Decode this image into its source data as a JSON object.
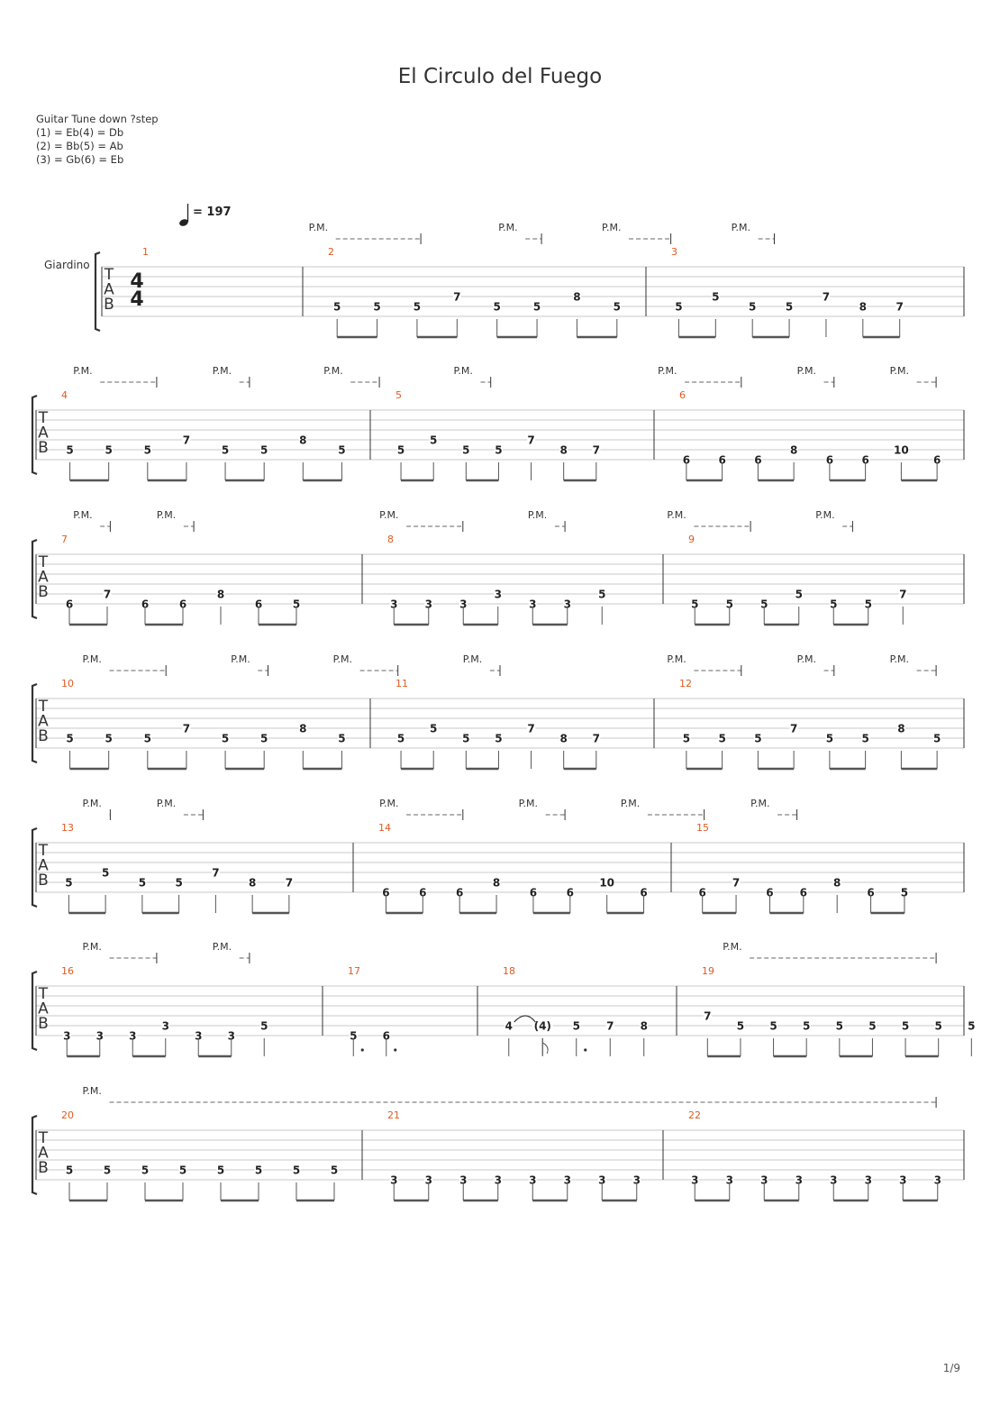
{
  "title": "El Circulo del Fuego",
  "tuning_lines": [
    "Guitar Tune down ?step",
    "(1) = Eb(4) = Db",
    "(2) = Bb(5) = Ab",
    "(3) = Gb(6) = Eb"
  ],
  "tempo": "= 197",
  "track_name": "Giardino",
  "time_signature": {
    "top": "4",
    "bottom": "4"
  },
  "page_number": "1/9",
  "pm_label": "P.M.",
  "rows": [
    {
      "measures": [
        {
          "num": "1",
          "notes": []
        },
        {
          "num": "2",
          "notes": [
            [
              5,
              "5"
            ],
            [
              5,
              "5"
            ],
            [
              5,
              "5"
            ],
            [
              4,
              "7"
            ],
            [
              5,
              "5"
            ],
            [
              5,
              "5"
            ],
            [
              4,
              "8"
            ],
            [
              5,
              "5"
            ]
          ],
          "beams": [
            [
              0,
              1
            ],
            [
              2,
              3
            ],
            [
              4,
              5
            ],
            [
              6,
              7
            ]
          ]
        },
        {
          "num": "3",
          "notes": [
            [
              5,
              "5"
            ],
            [
              4,
              "5"
            ],
            [
              5,
              "5"
            ],
            [
              5,
              "5"
            ],
            [
              4,
              "7"
            ],
            [
              5,
              "8"
            ],
            [
              5,
              "7"
            ]
          ],
          "beams": [
            [
              0,
              1
            ],
            [
              2,
              3
            ],
            [
              5,
              6
            ]
          ]
        }
      ],
      "pm": [
        [
          0.24,
          0.37
        ],
        [
          0.46,
          0.51
        ],
        [
          0.58,
          0.66
        ],
        [
          0.73,
          0.78
        ]
      ]
    },
    {
      "measures": [
        {
          "num": "4",
          "notes": [
            [
              5,
              "5"
            ],
            [
              5,
              "5"
            ],
            [
              5,
              "5"
            ],
            [
              4,
              "7"
            ],
            [
              5,
              "5"
            ],
            [
              5,
              "5"
            ],
            [
              4,
              "8"
            ],
            [
              5,
              "5"
            ]
          ],
          "beams": [
            [
              0,
              1
            ],
            [
              2,
              3
            ],
            [
              4,
              5
            ],
            [
              6,
              7
            ]
          ]
        },
        {
          "num": "5",
          "notes": [
            [
              5,
              "5"
            ],
            [
              4,
              "5"
            ],
            [
              5,
              "5"
            ],
            [
              5,
              "5"
            ],
            [
              4,
              "7"
            ],
            [
              5,
              "8"
            ],
            [
              5,
              "7"
            ]
          ],
          "beams": [
            [
              0,
              1
            ],
            [
              2,
              3
            ],
            [
              5,
              6
            ]
          ]
        },
        {
          "num": "6",
          "notes": [
            [
              6,
              "6"
            ],
            [
              6,
              "6"
            ],
            [
              6,
              "6"
            ],
            [
              5,
              "8"
            ],
            [
              6,
              "6"
            ],
            [
              6,
              "6"
            ],
            [
              5,
              "10"
            ],
            [
              6,
              "6"
            ]
          ],
          "beams": [
            [
              0,
              1
            ],
            [
              2,
              3
            ],
            [
              4,
              5
            ],
            [
              6,
              7
            ]
          ]
        }
      ],
      "pm": [
        [
          0.04,
          0.13
        ],
        [
          0.19,
          0.23
        ],
        [
          0.31,
          0.37
        ],
        [
          0.45,
          0.49
        ],
        [
          0.67,
          0.76
        ],
        [
          0.82,
          0.86
        ],
        [
          0.92,
          0.97
        ]
      ]
    },
    {
      "measures": [
        {
          "num": "7",
          "notes": [
            [
              6,
              "6"
            ],
            [
              5,
              "7"
            ],
            [
              6,
              "6"
            ],
            [
              6,
              "6"
            ],
            [
              5,
              "8"
            ],
            [
              6,
              "6"
            ],
            [
              6,
              "5"
            ]
          ],
          "beams": [
            [
              0,
              1
            ],
            [
              2,
              3
            ],
            [
              5,
              6
            ]
          ]
        },
        {
          "num": "8",
          "notes": [
            [
              6,
              "3"
            ],
            [
              6,
              "3"
            ],
            [
              6,
              "3"
            ],
            [
              5,
              "3"
            ],
            [
              6,
              "3"
            ],
            [
              6,
              "3"
            ],
            [
              5,
              "5"
            ]
          ],
          "beams": [
            [
              0,
              1
            ],
            [
              2,
              3
            ],
            [
              4,
              5
            ]
          ]
        },
        {
          "num": "9",
          "notes": [
            [
              6,
              "5"
            ],
            [
              6,
              "5"
            ],
            [
              6,
              "5"
            ],
            [
              5,
              "5"
            ],
            [
              6,
              "5"
            ],
            [
              6,
              "5"
            ],
            [
              5,
              "7"
            ]
          ],
          "beams": [
            [
              0,
              1
            ],
            [
              2,
              3
            ],
            [
              4,
              5
            ]
          ]
        }
      ],
      "pm": [
        [
          0.04,
          0.08
        ],
        [
          0.13,
          0.17
        ],
        [
          0.37,
          0.46
        ],
        [
          0.53,
          0.57
        ],
        [
          0.68,
          0.77
        ],
        [
          0.84,
          0.88
        ]
      ]
    },
    {
      "measures": [
        {
          "num": "10",
          "notes": [
            [
              5,
              "5"
            ],
            [
              5,
              "5"
            ],
            [
              5,
              "5"
            ],
            [
              4,
              "7"
            ],
            [
              5,
              "5"
            ],
            [
              5,
              "5"
            ],
            [
              4,
              "8"
            ],
            [
              5,
              "5"
            ]
          ],
          "beams": [
            [
              0,
              1
            ],
            [
              2,
              3
            ],
            [
              4,
              5
            ],
            [
              6,
              7
            ]
          ]
        },
        {
          "num": "11",
          "notes": [
            [
              5,
              "5"
            ],
            [
              4,
              "5"
            ],
            [
              5,
              "5"
            ],
            [
              5,
              "5"
            ],
            [
              4,
              "7"
            ],
            [
              5,
              "8"
            ],
            [
              5,
              "7"
            ]
          ],
          "beams": [
            [
              0,
              1
            ],
            [
              2,
              3
            ],
            [
              5,
              6
            ]
          ]
        },
        {
          "num": "12",
          "notes": [
            [
              5,
              "5"
            ],
            [
              5,
              "5"
            ],
            [
              5,
              "5"
            ],
            [
              4,
              "7"
            ],
            [
              5,
              "5"
            ],
            [
              5,
              "5"
            ],
            [
              4,
              "8"
            ],
            [
              5,
              "5"
            ]
          ],
          "beams": [
            [
              0,
              1
            ],
            [
              2,
              3
            ],
            [
              4,
              5
            ],
            [
              6,
              7
            ]
          ]
        }
      ],
      "pm": [
        [
          0.05,
          0.14
        ],
        [
          0.21,
          0.25
        ],
        [
          0.32,
          0.39
        ],
        [
          0.46,
          0.5
        ],
        [
          0.68,
          0.76
        ],
        [
          0.82,
          0.86
        ],
        [
          0.92,
          0.97
        ]
      ]
    },
    {
      "measures": [
        {
          "num": "13",
          "notes": [
            [
              5,
              "5"
            ],
            [
              4,
              "5"
            ],
            [
              5,
              "5"
            ],
            [
              5,
              "5"
            ],
            [
              4,
              "7"
            ],
            [
              5,
              "8"
            ],
            [
              5,
              "7"
            ]
          ],
          "beams": [
            [
              0,
              1
            ],
            [
              2,
              3
            ],
            [
              5,
              6
            ]
          ]
        },
        {
          "num": "14",
          "notes": [
            [
              6,
              "6"
            ],
            [
              6,
              "6"
            ],
            [
              6,
              "6"
            ],
            [
              5,
              "8"
            ],
            [
              6,
              "6"
            ],
            [
              6,
              "6"
            ],
            [
              5,
              "10"
            ],
            [
              6,
              "6"
            ]
          ],
          "beams": [
            [
              0,
              1
            ],
            [
              2,
              3
            ],
            [
              4,
              5
            ],
            [
              6,
              7
            ]
          ]
        },
        {
          "num": "15",
          "notes": [
            [
              6,
              "6"
            ],
            [
              5,
              "7"
            ],
            [
              6,
              "6"
            ],
            [
              6,
              "6"
            ],
            [
              5,
              "8"
            ],
            [
              6,
              "6"
            ],
            [
              6,
              "5"
            ]
          ],
          "beams": [
            [
              0,
              1
            ],
            [
              2,
              3
            ],
            [
              5,
              6
            ]
          ]
        }
      ],
      "pm": [
        [
          0.05,
          0.08
        ],
        [
          0.13,
          0.18
        ],
        [
          0.37,
          0.46
        ],
        [
          0.52,
          0.57
        ],
        [
          0.63,
          0.72
        ],
        [
          0.77,
          0.82
        ]
      ]
    },
    {
      "measures": [
        {
          "num": "16",
          "notes": [
            [
              6,
              "3"
            ],
            [
              6,
              "3"
            ],
            [
              6,
              "3"
            ],
            [
              5,
              "3"
            ],
            [
              6,
              "3"
            ],
            [
              6,
              "3"
            ],
            [
              5,
              "5"
            ]
          ],
          "beams": [
            [
              0,
              1
            ],
            [
              2,
              3
            ],
            [
              4,
              5
            ]
          ]
        },
        {
          "num": "17",
          "notes": [
            [
              6,
              "5"
            ],
            [
              6,
              "6"
            ]
          ],
          "beams": []
        },
        {
          "num": "18",
          "notes": [
            [
              5,
              "4"
            ],
            [
              5,
              "(4)"
            ],
            [
              5,
              "5"
            ],
            [
              5,
              "7"
            ],
            [
              5,
              "8"
            ]
          ],
          "beams": []
        },
        {
          "num": "19",
          "notes": [
            [
              4,
              "7"
            ],
            [
              5,
              "5"
            ],
            [
              5,
              "5"
            ],
            [
              5,
              "5"
            ],
            [
              5,
              "5"
            ],
            [
              5,
              "5"
            ],
            [
              5,
              "5"
            ],
            [
              5,
              "5"
            ],
            [
              5,
              "5"
            ]
          ],
          "beams": [
            [
              0,
              1
            ],
            [
              2,
              3
            ],
            [
              4,
              5
            ],
            [
              6,
              7
            ]
          ]
        }
      ],
      "pm": [
        [
          0.05,
          0.13
        ],
        [
          0.19,
          0.23
        ],
        [
          0.74,
          0.97
        ]
      ]
    },
    {
      "measures": [
        {
          "num": "20",
          "notes": [
            [
              5,
              "5"
            ],
            [
              5,
              "5"
            ],
            [
              5,
              "5"
            ],
            [
              5,
              "5"
            ],
            [
              5,
              "5"
            ],
            [
              5,
              "5"
            ],
            [
              5,
              "5"
            ],
            [
              5,
              "5"
            ]
          ],
          "beams": [
            [
              0,
              1
            ],
            [
              2,
              3
            ],
            [
              4,
              5
            ],
            [
              6,
              7
            ]
          ]
        },
        {
          "num": "21",
          "notes": [
            [
              6,
              "3"
            ],
            [
              6,
              "3"
            ],
            [
              6,
              "3"
            ],
            [
              6,
              "3"
            ],
            [
              6,
              "3"
            ],
            [
              6,
              "3"
            ],
            [
              6,
              "3"
            ],
            [
              6,
              "3"
            ]
          ],
          "beams": [
            [
              0,
              1
            ],
            [
              2,
              3
            ],
            [
              4,
              5
            ],
            [
              6,
              7
            ]
          ]
        },
        {
          "num": "22",
          "notes": [
            [
              6,
              "3"
            ],
            [
              6,
              "3"
            ],
            [
              6,
              "3"
            ],
            [
              6,
              "3"
            ],
            [
              6,
              "3"
            ],
            [
              6,
              "3"
            ],
            [
              6,
              "3"
            ],
            [
              6,
              "3"
            ]
          ],
          "beams": [
            [
              0,
              1
            ],
            [
              2,
              3
            ],
            [
              4,
              5
            ],
            [
              6,
              7
            ]
          ]
        }
      ],
      "pm": [
        [
          0.05,
          0.97
        ]
      ]
    }
  ]
}
